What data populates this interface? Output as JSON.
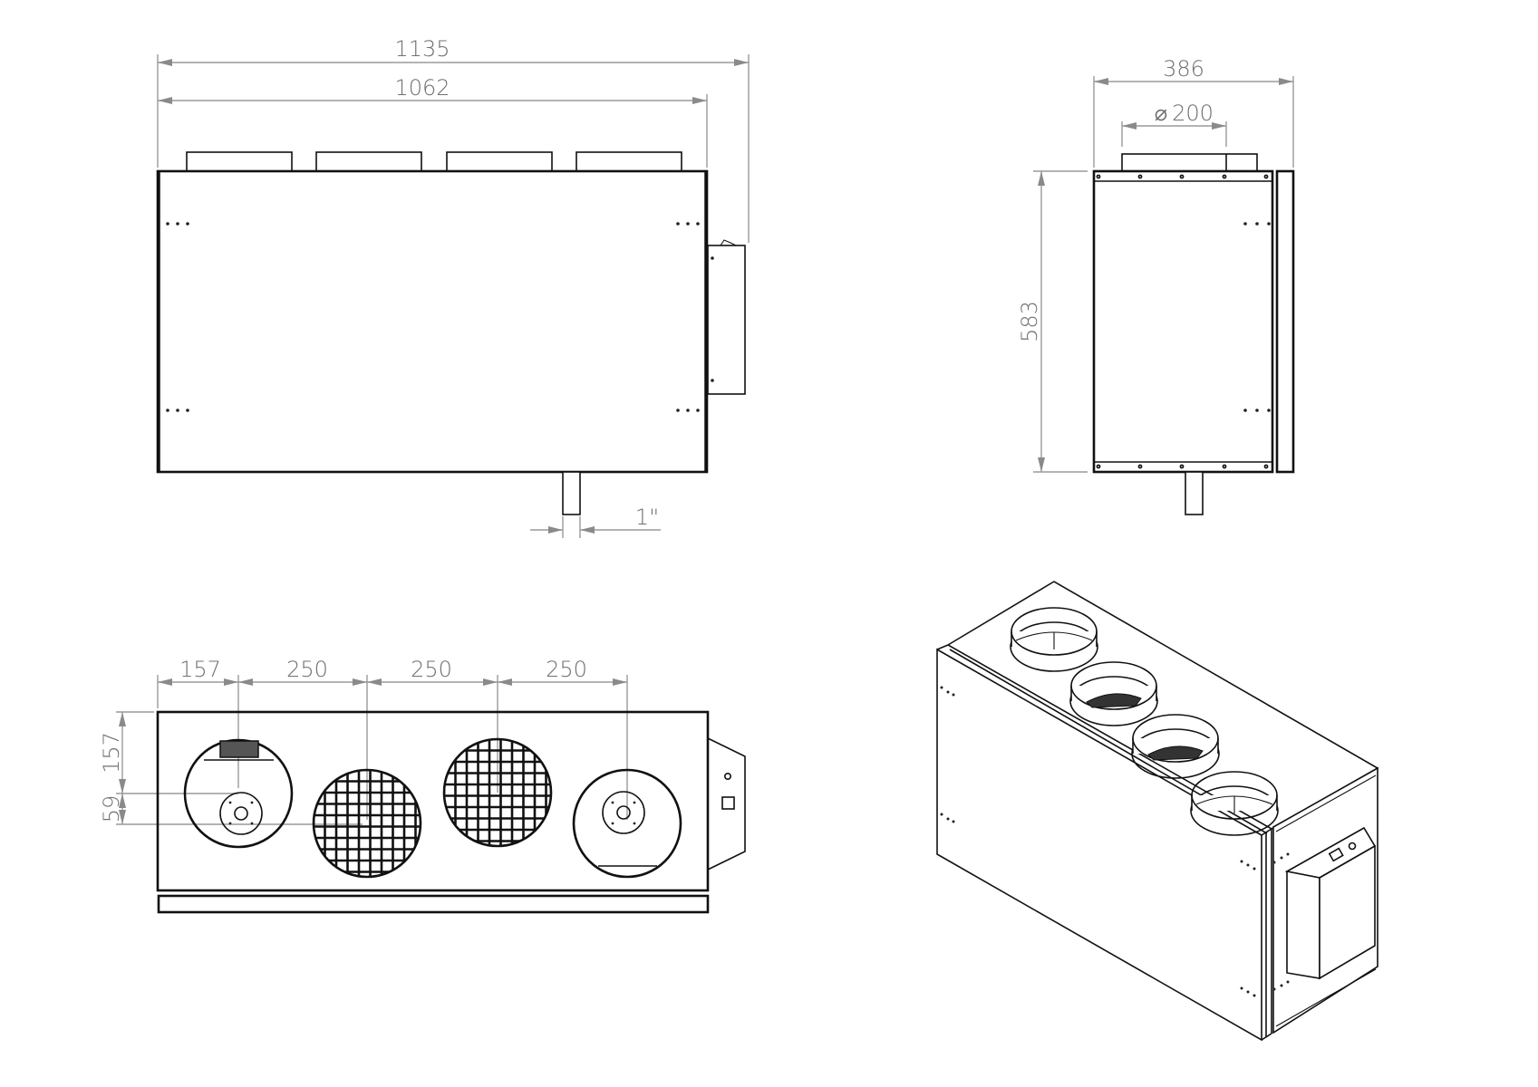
{
  "drawing": {
    "subject": "heat recovery ventilation unit",
    "views": [
      "front",
      "side",
      "top",
      "isometric"
    ]
  },
  "front_view": {
    "overall_length_label": "1135",
    "body_length_label": "1062",
    "drain_label": "1\"",
    "collar_count": 4
  },
  "side_view": {
    "depth_label": "386",
    "duct_diameter_symbol": "⌀",
    "duct_diameter_label": "200",
    "height_label": "583"
  },
  "top_view": {
    "spacing_labels": [
      "157",
      "250",
      "250",
      "250"
    ],
    "vertical_labels": [
      "157",
      "59"
    ],
    "ports": [
      {
        "type": "fan"
      },
      {
        "type": "filter"
      },
      {
        "type": "filter"
      },
      {
        "type": "fan"
      }
    ]
  }
}
